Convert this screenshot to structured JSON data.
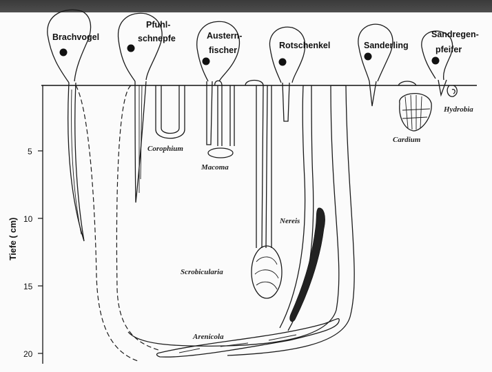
{
  "birds": [
    "Brachvogel",
    [
      "Pfuhl-",
      "schnepfe"
    ],
    [
      "Austern-",
      "fischer"
    ],
    "Rotschenkel",
    "Sanderling",
    [
      "Sandregen-",
      "pfeifer"
    ]
  ],
  "prey": {
    "corophium": "Corophium",
    "macoma": "Macoma",
    "nereis": "Nereis",
    "scrobicularia": "Scrobicularia",
    "arenicola": "Arenicola",
    "cardium": "Cardium",
    "hydrobia": "Hydrobia"
  },
  "axis": {
    "title": "Tiefe ( cm)",
    "ticks": [
      "5",
      "10",
      "15",
      "20"
    ]
  }
}
